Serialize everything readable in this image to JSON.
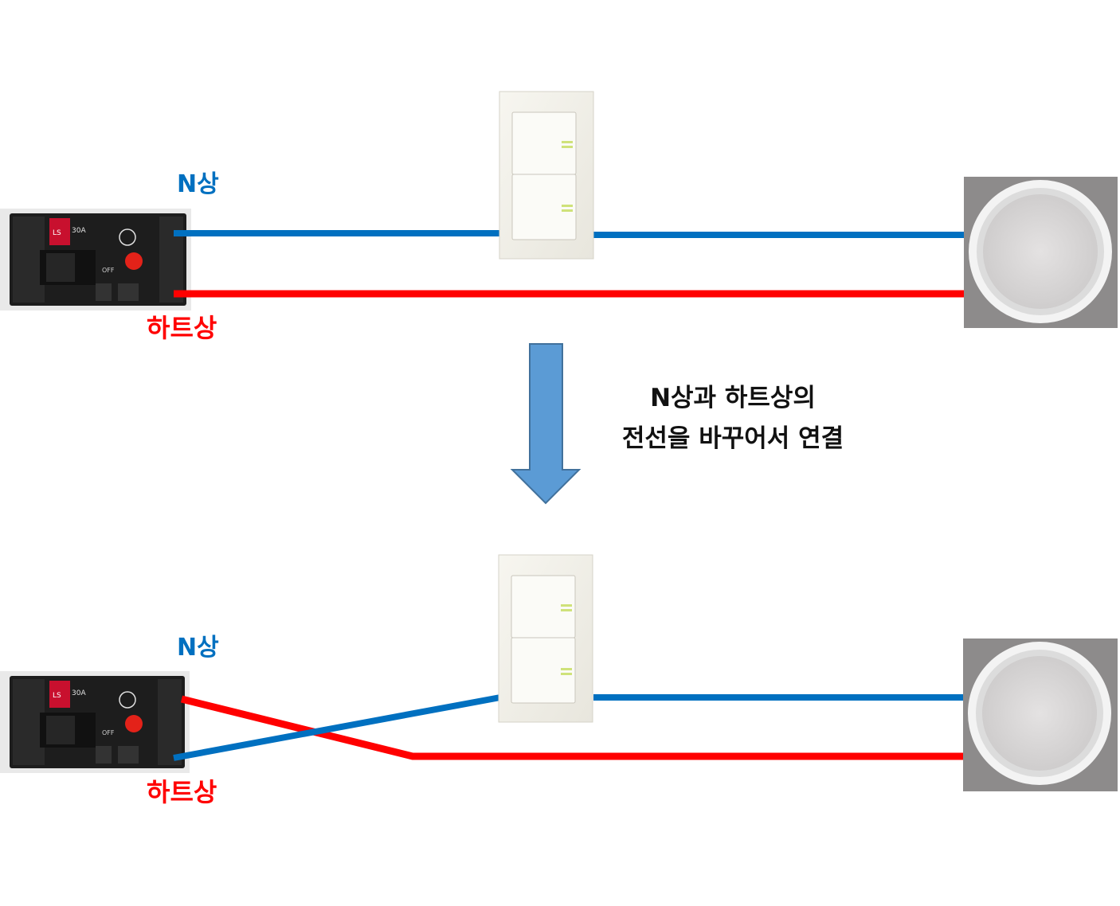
{
  "labels": {
    "neutral": "N상",
    "hot": "하트상"
  },
  "caption": {
    "line1": "N상과 하트상의",
    "line2": "전선을 바꾸어서 연결"
  },
  "breaker_text": {
    "brand": "LS",
    "rating": "30A",
    "state": "OFF"
  },
  "colors": {
    "neutral_wire": "#0070c0",
    "hot_wire": "#ff0000",
    "arrow_fill": "#5b9bd5",
    "arrow_stroke": "#41719c"
  },
  "icons": {
    "breaker": "circuit-breaker-icon",
    "switch": "wall-switch-icon",
    "lamp": "ceiling-downlight-icon",
    "arrow": "down-arrow-icon"
  }
}
